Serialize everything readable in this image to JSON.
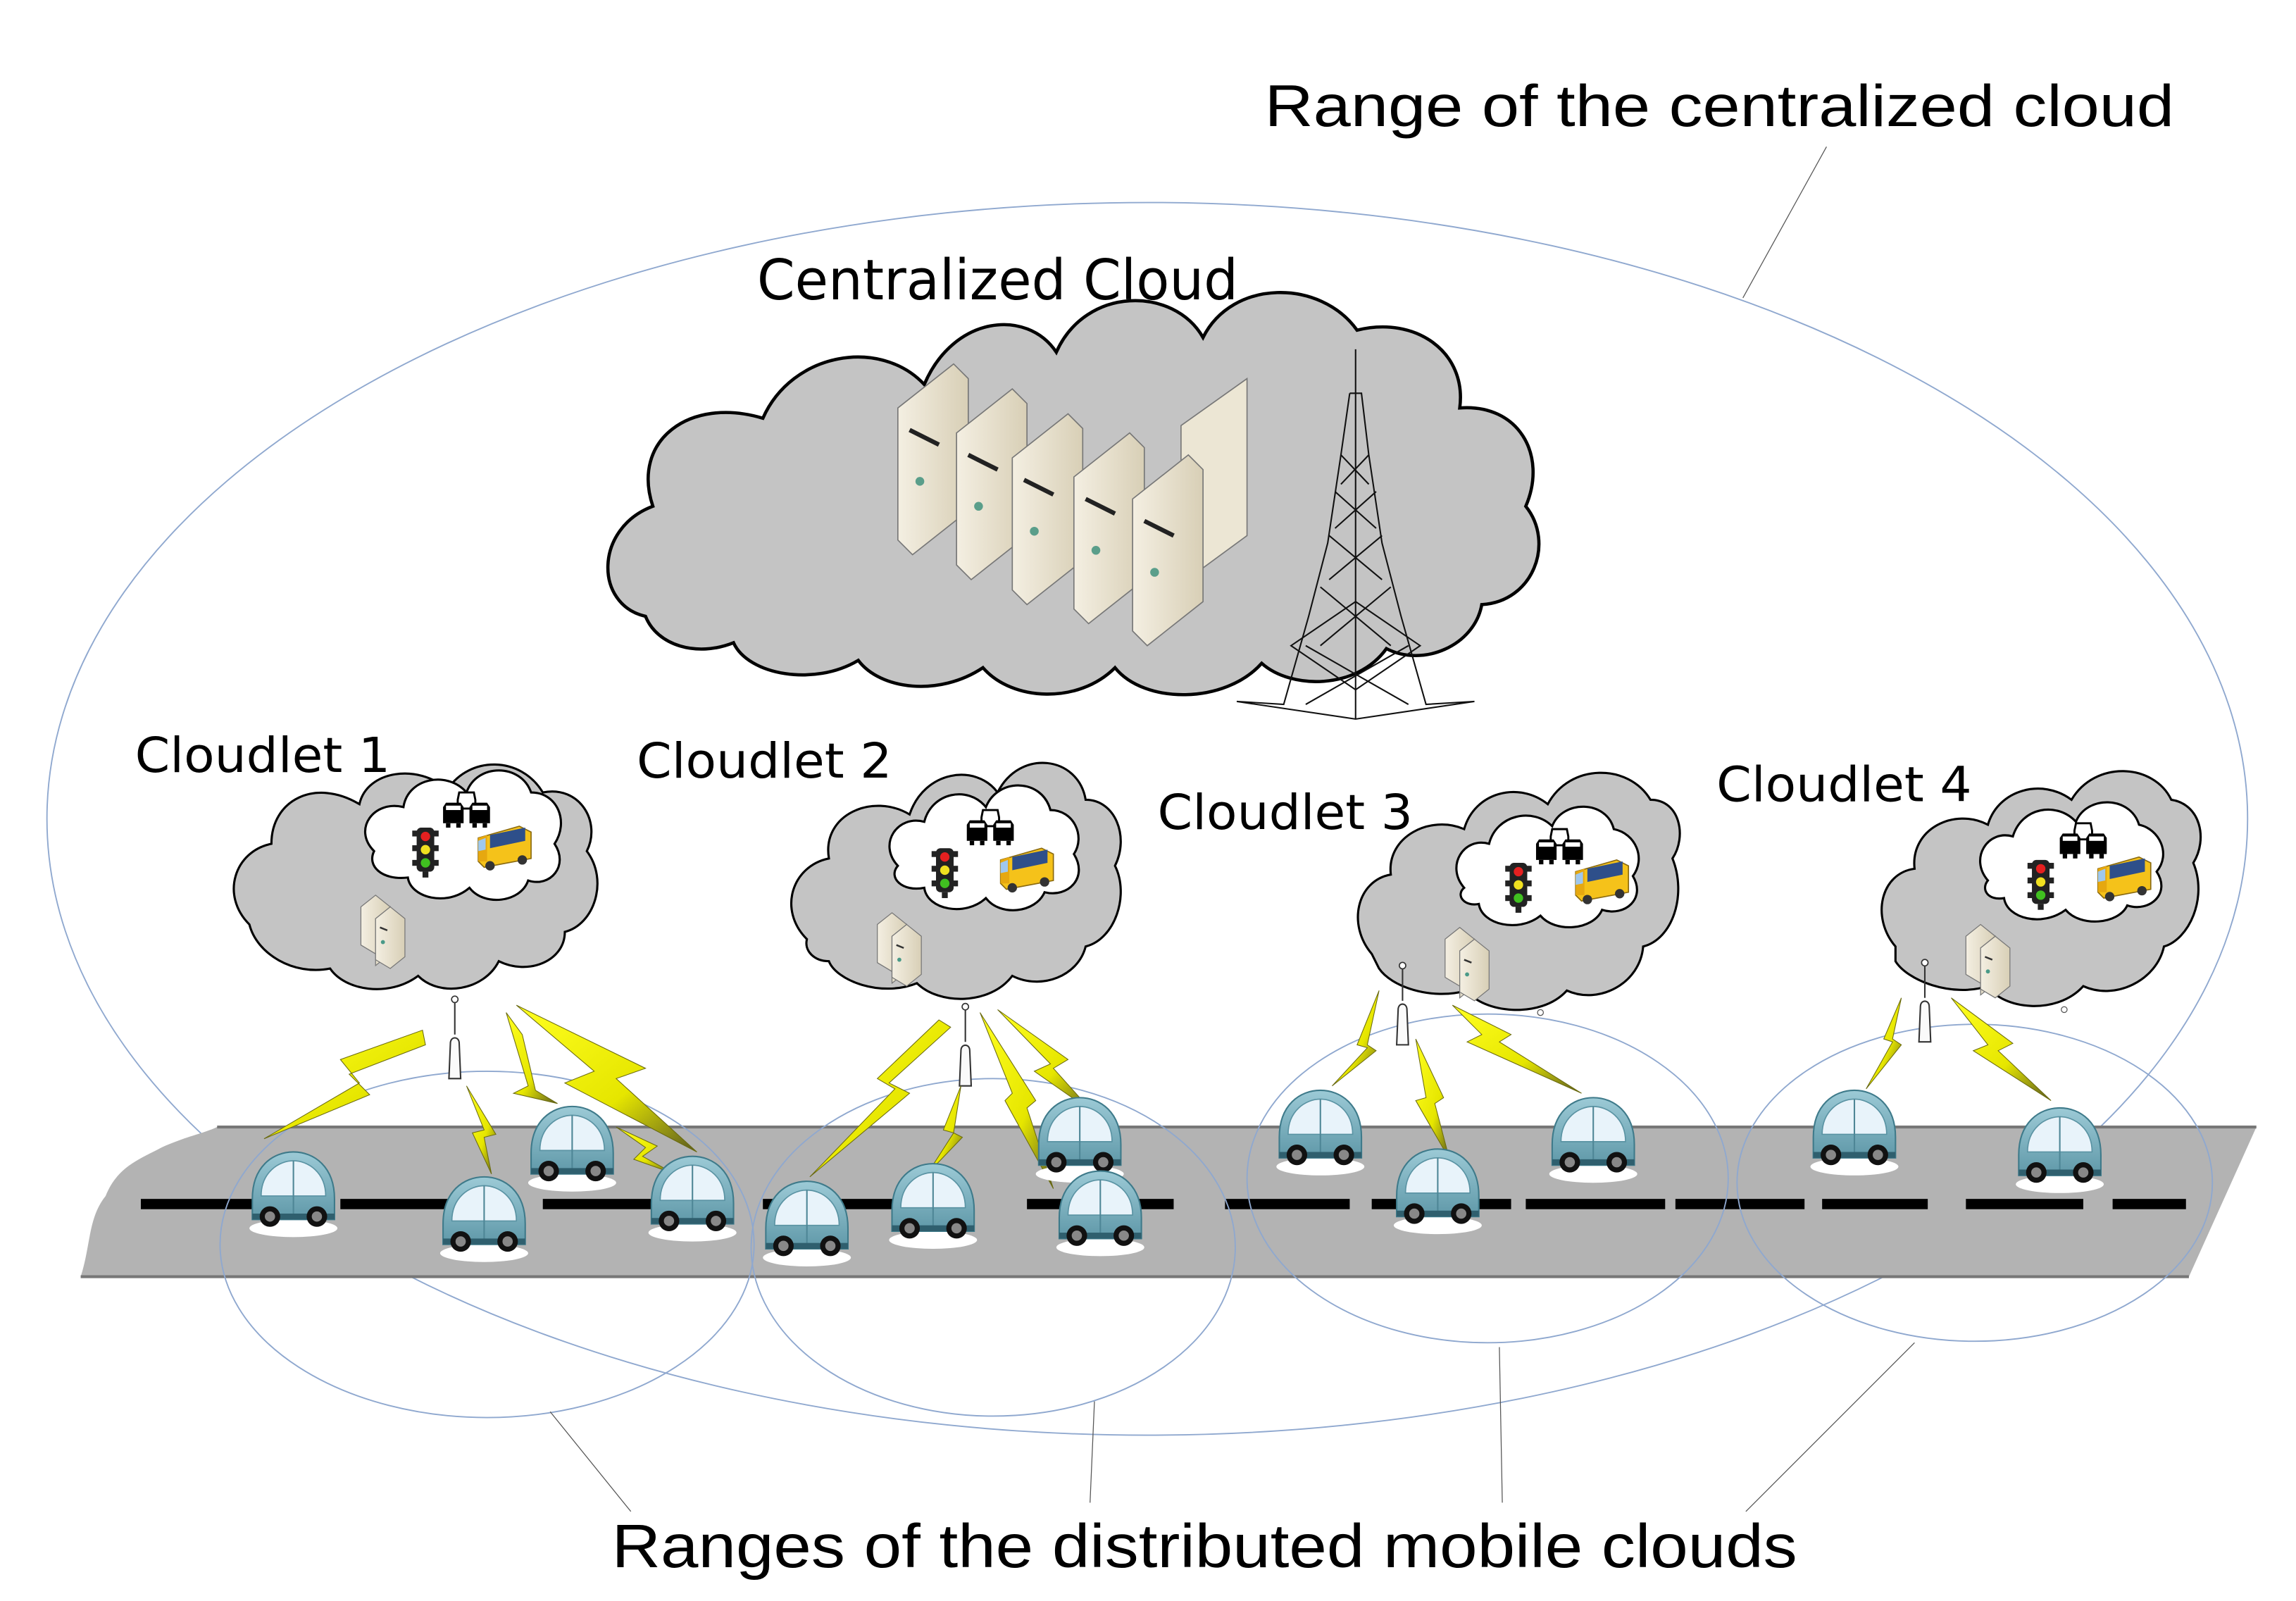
{
  "labels": {
    "centralized_range": "Range of the centralized cloud",
    "centralized_cloud": "Centralized Cloud",
    "distributed_ranges": "Ranges of the distributed mobile clouds"
  },
  "cloudlets": [
    {
      "label": "Cloudlet 1"
    },
    {
      "label": "Cloudlet 2"
    },
    {
      "label": "Cloudlet 3"
    },
    {
      "label": "Cloudlet 4"
    }
  ],
  "colors": {
    "cloud_fill": "#c4c4c4",
    "inner_cloud_fill": "#ffffff",
    "road": "#b3b3b3",
    "lane_marking": "#000000",
    "car_body": "#7fb5c4",
    "lightning": "#f2f20a",
    "range_line": "#8fa8cf"
  }
}
